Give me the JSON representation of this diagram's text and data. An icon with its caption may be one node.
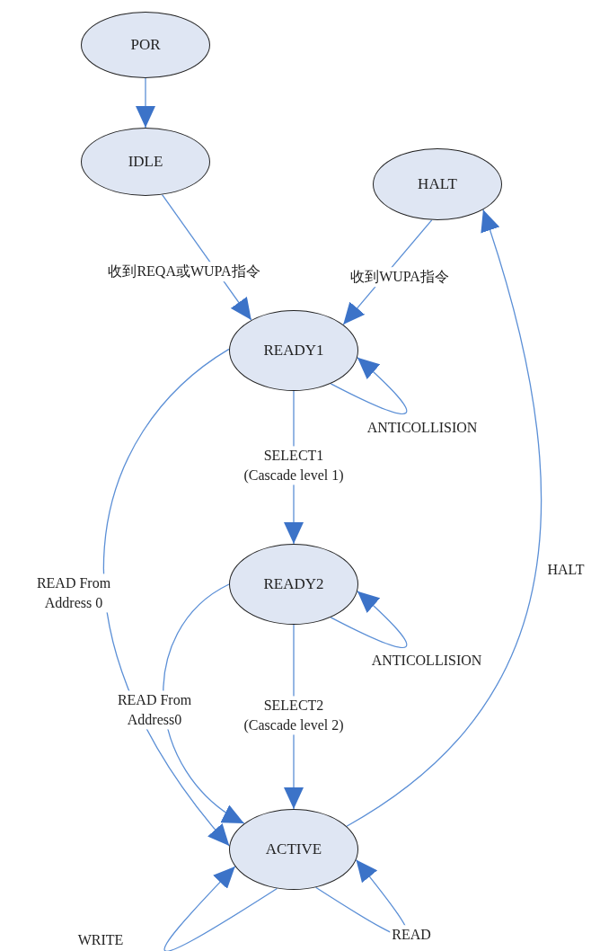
{
  "diagram": {
    "nodes": [
      {
        "text": [
          "POR"
        ]
      },
      {
        "text": [
          "IDLE"
        ]
      },
      {
        "text": [
          "HALT"
        ]
      },
      {
        "text": [
          "READY1"
        ]
      },
      {
        "text": [
          "READY2"
        ]
      },
      {
        "text": [
          "ACTIVE"
        ]
      }
    ],
    "edges": [
      {
        "from": 0,
        "to": 1,
        "arrow": "to"
      },
      {
        "from": 1,
        "to": 3,
        "arrow": "to",
        "label": "收到REQA或WUPA指令"
      },
      {
        "from": 2,
        "to": 3,
        "arrow": "to",
        "label": "收到WUPA指令"
      },
      {
        "from": 3,
        "to": 3,
        "arrow": "to",
        "label": "ANTICOLLISION"
      },
      {
        "from": 3,
        "to": 4,
        "arrow": "to",
        "label": "SELECT1 (Cascade level 1)"
      },
      {
        "from": 4,
        "to": 4,
        "arrow": "to",
        "label": "ANTICOLLISION"
      },
      {
        "from": 3,
        "to": 5,
        "arrow": "to",
        "label": "READ From Address 0"
      },
      {
        "from": 4,
        "to": 5,
        "arrow": "to",
        "label": "READ From Address0"
      },
      {
        "from": 4,
        "to": 5,
        "arrow": "to",
        "label": "SELECT2 (Cascade level 2)"
      },
      {
        "from": 5,
        "to": 2,
        "arrow": "to",
        "label": "HALT"
      },
      {
        "from": 5,
        "to": 5,
        "arrow": "to",
        "label": "WRITE"
      },
      {
        "from": 5,
        "to": 5,
        "arrow": "to",
        "label": "READ"
      }
    ]
  }
}
